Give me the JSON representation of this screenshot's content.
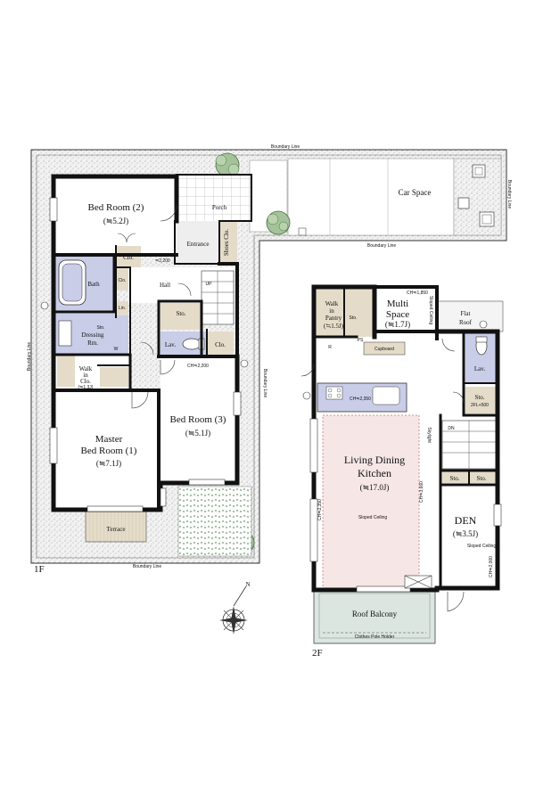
{
  "floors": {
    "f1_label": "1F",
    "f2_label": "2F"
  },
  "boundary": {
    "top": "Boundary Line",
    "bottom": "Boundary Line",
    "left": "Boundary Line",
    "right": "Boundary Line",
    "car_right": "Boundary Line",
    "car_bottom": "Boundary Line"
  },
  "first_floor": {
    "bed2_name": "Bed Room (2)",
    "bed2_size": "(≒5.2J)",
    "porch": "Porch",
    "entrance": "Entrance",
    "shoes_clo": "Shoes Clo.",
    "clo1": "Clo.",
    "ch1": "CH",
    "ch1_val": "≒2,200",
    "bath": "Bath",
    "clo2": "Clo.",
    "hall": "Hall",
    "up": "UP",
    "lin": "Lin.",
    "sto_small": "Sto.",
    "dressing": "Dressing",
    "dressing2": "Rm.",
    "w": "W",
    "sto1": "Sto.",
    "lav1": "Lav.",
    "clo3": "Clo.",
    "wic_1": "Walk",
    "wic_2": "in",
    "wic_3": "Clo.",
    "wic_size": "(≒1.3J)",
    "ch_room": "CH≒2,200",
    "master1": "Master",
    "master2": "Bed Room (1)",
    "master_size": "(≒7.1J)",
    "bed3_name": "Bed Room (3)",
    "bed3_size": "(≒5.1J)",
    "terrace": "Terrace"
  },
  "car_space": "Car Space",
  "second_floor": {
    "walk1": "Walk",
    "walk2": "in",
    "walk3": "Pantry",
    "walk_size": "(≒1.5J)",
    "sto_p": "Sto.",
    "multi1": "Multi",
    "multi2": "Space",
    "multi_size": "(≒1.7J)",
    "ch_multi": "CH≒1,850",
    "sloped_small": "Sloped Ceiling",
    "flat_roof1": "Flat",
    "flat_roof2": "Roof",
    "r": "R",
    "ps": "PS",
    "cupboard": "Cupboard",
    "ch_kitchen": "CH≒2,350",
    "lav2": "Lav.",
    "sto2": "Sto.",
    "sto2_size": "2FL+500",
    "dn": "DN",
    "skylight": "Skylight",
    "ldk1": "Living Dining",
    "ldk2": "Kitchen",
    "ldk_size": "(≒17.0J)",
    "ch_left": "CH≒2,350",
    "ch_mid": "CH≒3,660",
    "sloped_ceiling": "Sloped Ceiling",
    "sto3": "Sto.",
    "sto4": "Sto.",
    "den": "DEN",
    "den_size": "(≒3.5J)",
    "den_sloped": "Sloped Ceiling",
    "ch_den": "CH≒2,000",
    "roof_balcony": "Roof Balcony",
    "clothes_pole": "Clothes Pole Holder"
  },
  "compass": "N"
}
